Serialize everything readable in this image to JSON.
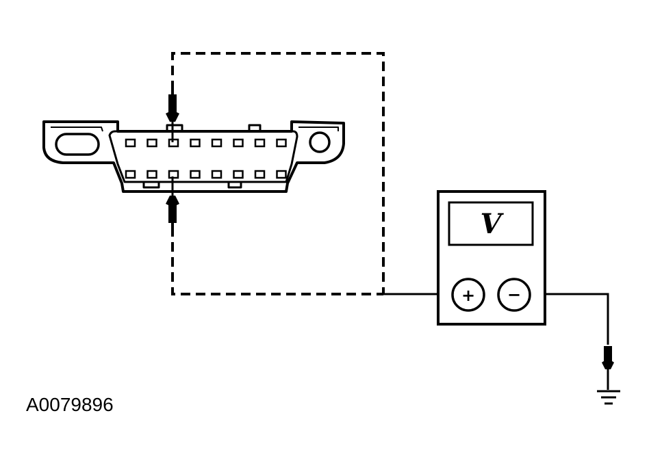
{
  "meter": {
    "display": "V",
    "plus": "+",
    "minus": "−"
  },
  "figure_id": "A0079896",
  "connector": {
    "pins_per_row": 8,
    "rows": 2
  },
  "icons": [
    "obd-connector-icon",
    "test-probe-icon",
    "voltmeter-icon",
    "ground-symbol-icon"
  ],
  "colors": {
    "ink": "#000000",
    "background": "#ffffff"
  }
}
